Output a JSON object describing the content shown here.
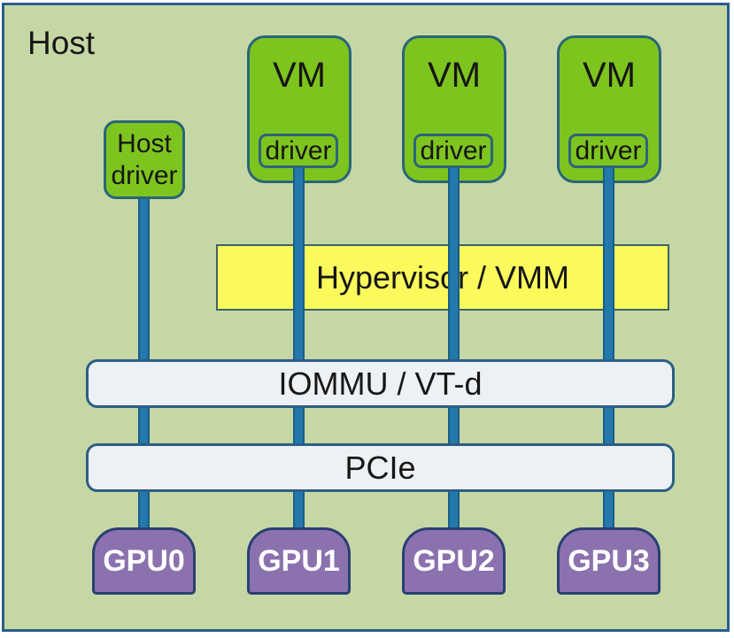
{
  "host": {
    "label": "Host"
  },
  "host_driver": {
    "label": "Host driver"
  },
  "vms": [
    {
      "label": "VM",
      "driver_label": "driver"
    },
    {
      "label": "VM",
      "driver_label": "driver"
    },
    {
      "label": "VM",
      "driver_label": "driver"
    }
  ],
  "hypervisor": {
    "label": "Hypervisor / VMM"
  },
  "iommu": {
    "label": "IOMMU / VT-d"
  },
  "pcie": {
    "label": "PCIe"
  },
  "gpus": [
    {
      "label": "GPU0"
    },
    {
      "label": "GPU1"
    },
    {
      "label": "GPU2"
    },
    {
      "label": "GPU3"
    }
  ],
  "colors": {
    "bg_green": "#C6D7A6",
    "outer_border": "#2A5E8C",
    "box_green": "#7EC41F",
    "green_border": "#2A6579",
    "line_fill": "#2478AC",
    "line_edge": "#1A5E85",
    "hypervisor_fill": "#FAFA5C",
    "hypervisor_border": "#3E6268",
    "bus_fill": "#EEF1F3",
    "bus_border": "#2B5E86",
    "gpu_fill": "#8B72AE",
    "gpu_border": "#2A3F72",
    "text": "#161616",
    "gpu_text": "#FFFFFF"
  }
}
